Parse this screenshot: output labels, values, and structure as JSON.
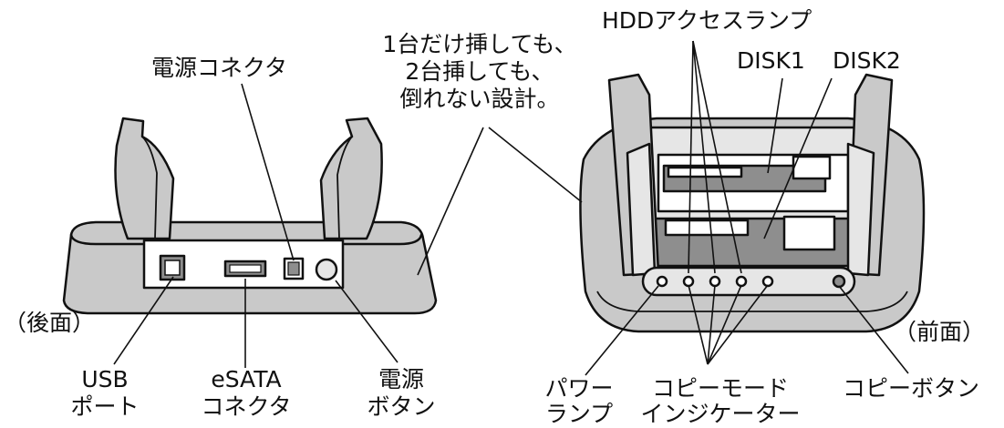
{
  "callouts": {
    "power_connector": "電源コネクタ",
    "stability": [
      "1台だけ挿しても、",
      "2台挿しても、",
      "倒れない設計。"
    ],
    "hdd_access_lamp": "HDDアクセスランプ",
    "disk1": "DISK1",
    "disk2": "DISK2",
    "rear": "（後面）",
    "front": "（前面）",
    "usb_port": [
      "USB",
      "ポート"
    ],
    "esata_connector": [
      "eSATA",
      "コネクタ"
    ],
    "power_button": [
      "電源",
      "ボタン"
    ],
    "power_lamp": [
      "パワー",
      "ランプ"
    ],
    "copy_mode_indicator": [
      "コピーモード",
      "インジケーター"
    ],
    "copy_button": "コピーボタン"
  },
  "colors": {
    "line": "#111111",
    "body_gray": "#c9c9c9",
    "light_gray": "#e6e6e6",
    "dark_gray": "#8e8e8e",
    "panel_white": "#ffffff"
  }
}
